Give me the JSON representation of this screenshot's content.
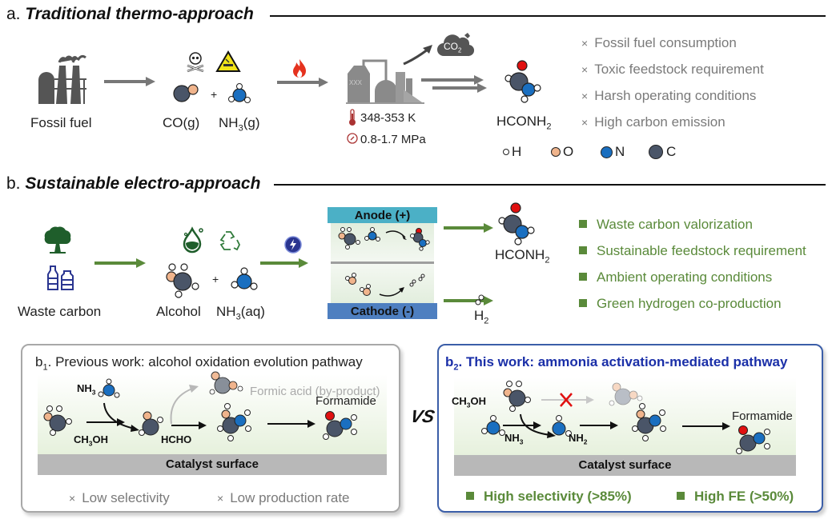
{
  "section_a": {
    "letter": "a.",
    "title": "Traditional thermo-approach",
    "fossil_label": "Fossil fuel",
    "co_label": "CO(g)",
    "nh3_label_main": "NH",
    "nh3_label_sub": "3",
    "nh3_label_tail": "(g)",
    "plus": "+",
    "temperature": "348-353 K",
    "pressure": "0.8-1.7 MPa",
    "co2_label": "CO",
    "co2_sub": "2",
    "product_main": "HCONH",
    "product_sub": "2",
    "cons": [
      "Fossil fuel consumption",
      "Toxic feedstock requirement",
      "Harsh operating conditions",
      "High carbon emission"
    ],
    "cons_marker": "×",
    "legend": [
      {
        "symbol": "H",
        "color": "#ffffff"
      },
      {
        "symbol": "O",
        "color": "#f0b48c"
      },
      {
        "symbol": "N",
        "color": "#1a6fc0"
      },
      {
        "symbol": "C",
        "color": "#4a5568"
      }
    ]
  },
  "section_b": {
    "letter": "b.",
    "title": "Sustainable electro-approach",
    "waste_label": "Waste carbon",
    "alcohol_label": "Alcohol",
    "nh3_main": "NH",
    "nh3_sub": "3",
    "nh3_tail": "(aq)",
    "plus": "+",
    "anode_label": "Anode (+)",
    "cathode_label": "Cathode (-)",
    "product_main": "HCONH",
    "product_sub": "2",
    "h2_main": "H",
    "h2_sub": "2",
    "pros": [
      "Waste carbon valorization",
      "Sustainable feedstock requirement",
      "Ambient operating conditions",
      "Green hydrogen co-production"
    ]
  },
  "panel_b1": {
    "prefix": "b",
    "prefix_sub": "1",
    "title": ". Previous work: alcohol oxidation evolution pathway",
    "nh3_main": "NH",
    "nh3_sub": "3",
    "ch3oh_main": "CH",
    "ch3oh_sub": "3",
    "ch3oh_tail": "OH",
    "hcho": "HCHO",
    "byproduct": "Formic acid (by-product)",
    "formamide": "Formamide",
    "surface": "Catalyst surface",
    "cons": [
      "Low selectivity",
      "Low production rate"
    ],
    "cons_marker": "×"
  },
  "versus": "VS",
  "panel_b2": {
    "prefix": "b",
    "prefix_sub": "2",
    "title": ". This work: ammonia activation-mediated pathway",
    "ch3oh_main": "CH",
    "ch3oh_sub": "3",
    "ch3oh_tail": "OH",
    "nh3_main": "NH",
    "nh3_sub": "3",
    "nh2_main": "NH",
    "nh2_sub": "2",
    "formamide": "Formamide",
    "surface": "Catalyst surface",
    "pros": [
      "High selectivity (>85%)",
      "High FE (>50%)"
    ]
  },
  "colors": {
    "carbon": "#4a5568",
    "oxygen": "#f0b48c",
    "nitrogen": "#1a6fc0",
    "hydrogen": "#ffffff",
    "carbonyl_o": "#e01010",
    "green": "#5a8a3a",
    "title_blue": "#1a2fa8",
    "gray_text": "#7a7a7a"
  }
}
